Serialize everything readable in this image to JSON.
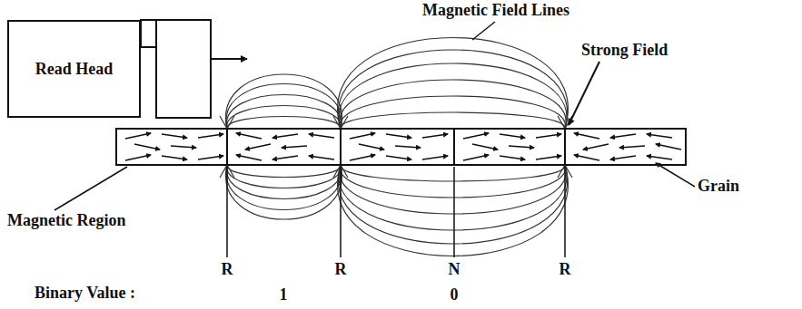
{
  "diagram": {
    "nodes": [
      {
        "text": [
          "Read Head"
        ]
      }
    ],
    "labels": [
      "Magnetic Field Lines",
      "Strong Field",
      "Magnetic Region",
      "Grain",
      "R",
      "R",
      "N",
      "R",
      "Binary Value :",
      "1",
      "0"
    ]
  }
}
